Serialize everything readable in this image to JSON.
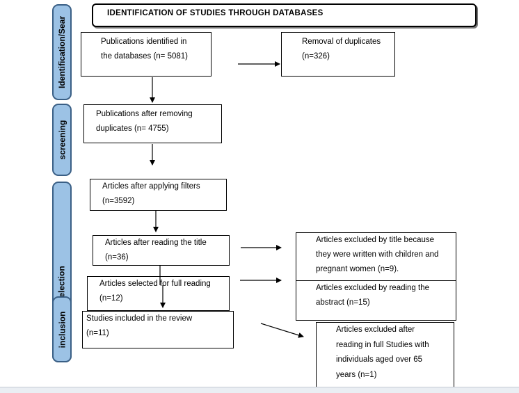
{
  "header": {
    "title": "IDENTIFICATION OF STUDIES THROUGH DATABASES"
  },
  "phases": {
    "identification": "Identification/Sear",
    "screening": "screening",
    "selection": "election",
    "inclusion": "inclusion"
  },
  "boxes": {
    "identified": [
      "Publications identified in",
      "the databases (n= 5081)"
    ],
    "duplicates_removed": [
      "Removal of duplicates",
      "(n=326)"
    ],
    "after_duplicates": [
      "Publications after removing",
      "duplicates (n= 4755)"
    ],
    "after_filters": [
      "Articles after applying filters",
      "(n=3592)"
    ],
    "after_title": [
      "Articles after reading the title",
      "(n=36)"
    ],
    "excluded_title": [
      "Articles excluded by title because",
      "they were written with children and",
      "pregnant women (n=9)."
    ],
    "full_reading": [
      "Articles selected for full reading",
      "(n=12)"
    ],
    "excluded_abstract": [
      "Articles excluded by reading the",
      "abstract (n=15)"
    ],
    "included": [
      "Studies included in the review",
      "(n=11)"
    ],
    "excluded_full": [
      "Articles excluded after",
      "reading in full Studies with",
      "individuals aged over 65",
      "years (n=1)"
    ]
  }
}
